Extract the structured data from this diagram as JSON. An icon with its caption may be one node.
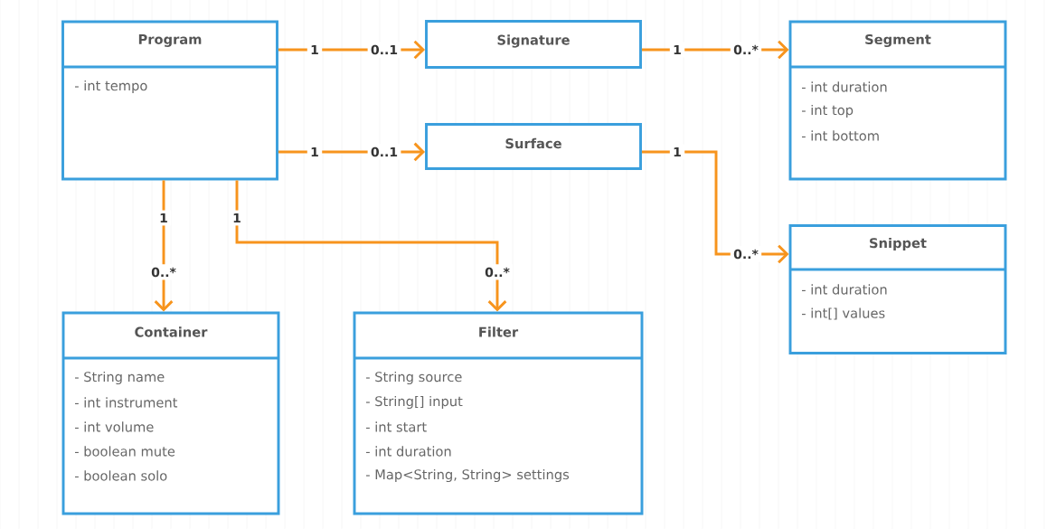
{
  "diagram": {
    "nodes": [
      {
        "text": [
          "Program",
          "- int tempo"
        ]
      },
      {
        "text": [
          "Signature"
        ]
      },
      {
        "text": [
          "Segment",
          "- int duration",
          "- int top",
          "- int bottom"
        ]
      },
      {
        "text": [
          "Surface"
        ]
      },
      {
        "text": [
          "Snippet",
          "- int duration",
          "- int[] values"
        ]
      },
      {
        "text": [
          "Container",
          "- String name",
          "- int instrument",
          "- int volume",
          "- boolean mute",
          "- boolean solo"
        ]
      },
      {
        "text": [
          "Filter",
          "- String source",
          "- String[] input",
          "- int start",
          "- int duration",
          "- Map<String, String> settings"
        ]
      }
    ],
    "edges": [
      {
        "from": 0,
        "to": 1,
        "arrow": "to",
        "label": [
          "1",
          "0..1"
        ]
      },
      {
        "from": 1,
        "to": 2,
        "arrow": "to",
        "label": [
          "1",
          "0..*"
        ]
      },
      {
        "from": 0,
        "to": 3,
        "arrow": "to",
        "label": [
          "1",
          "0..1"
        ]
      },
      {
        "from": 3,
        "to": 4,
        "arrow": "to",
        "label": [
          "1",
          "0..*"
        ]
      },
      {
        "from": 0,
        "to": 5,
        "arrow": "to",
        "label": [
          "1",
          "0..*"
        ]
      },
      {
        "from": 0,
        "to": 6,
        "arrow": "to",
        "label": [
          "1",
          "0..*"
        ]
      }
    ]
  }
}
